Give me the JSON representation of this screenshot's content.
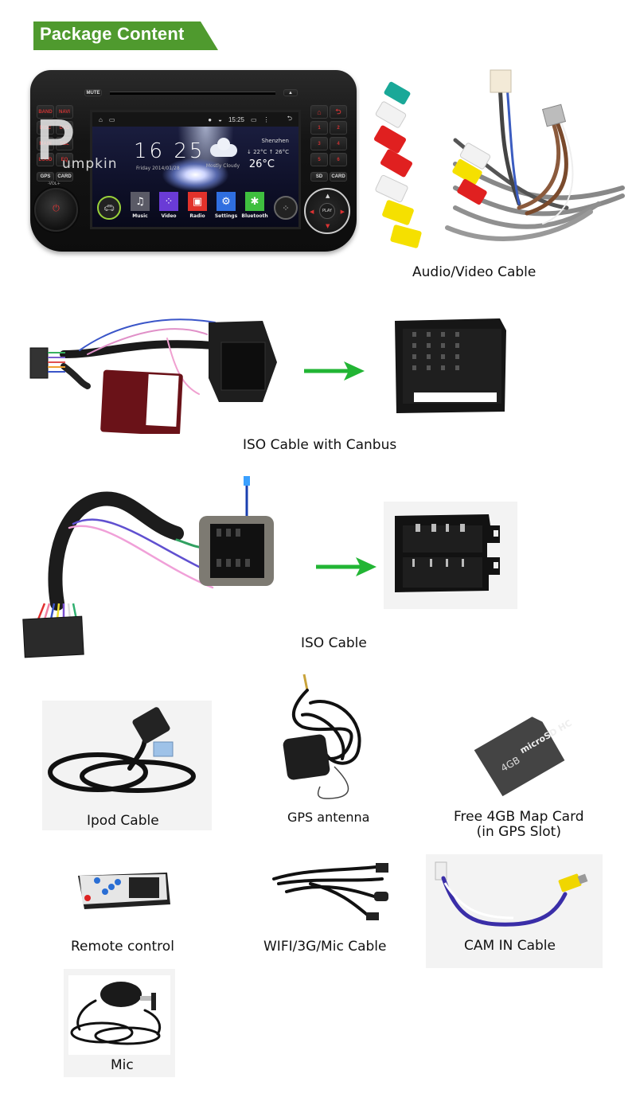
{
  "header": {
    "title": "Package Content",
    "banner_color": "#4f9a2e"
  },
  "head_unit": {
    "brand_watermark": "Pumpkin",
    "buttons_left": [
      "BAND",
      "NAVI",
      "DISC",
      "DVD",
      "MAIN",
      "SEL",
      "LOUD",
      "EQ",
      "GPS",
      "CARD"
    ],
    "buttons_right": [
      "1",
      "2",
      "3",
      "4",
      "5",
      "6",
      "SD",
      "CARD"
    ],
    "top_buttons": [
      "MUTE"
    ],
    "vol_label": "-VOL+",
    "dpad_center": "PLAY",
    "screen": {
      "status_time": "15:25",
      "clock": "16 25",
      "date": "Friday 2014/01/28",
      "city": "Shenzhen",
      "low_high": "↓ 22°C  ↑ 26°C",
      "condition": "Mostly Cloudy",
      "temperature": "26°C",
      "apps": [
        {
          "label": "Music",
          "color": "#5a5a66",
          "glyph": "♫"
        },
        {
          "label": "Video",
          "color": "#6a3bd6",
          "glyph": "⁘"
        },
        {
          "label": "Radio",
          "color": "#e2322b",
          "glyph": "▣"
        },
        {
          "label": "Settings",
          "color": "#2f6ee0",
          "glyph": "⚙"
        },
        {
          "label": "Bluetooth",
          "color": "#3fbf3f",
          "glyph": "✱"
        }
      ]
    }
  },
  "items": [
    {
      "caption": "Audio/Video Cable"
    },
    {
      "caption": "ISO Cable with Canbus"
    },
    {
      "caption": "ISO Cable"
    },
    {
      "caption": "Ipod Cable"
    },
    {
      "caption": "GPS antenna"
    },
    {
      "caption": "Free 4GB Map Card",
      "caption_line2": "(in GPS Slot)",
      "card_capacity": "4GB",
      "card_brand": "microSD HC"
    },
    {
      "caption": "Remote control"
    },
    {
      "caption": "WIFI/3G/Mic Cable"
    },
    {
      "caption": "CAM IN Cable"
    },
    {
      "caption": "Mic"
    }
  ],
  "colors": {
    "arrow_green": "#22b534",
    "accent_green": "#4f9a2e"
  }
}
